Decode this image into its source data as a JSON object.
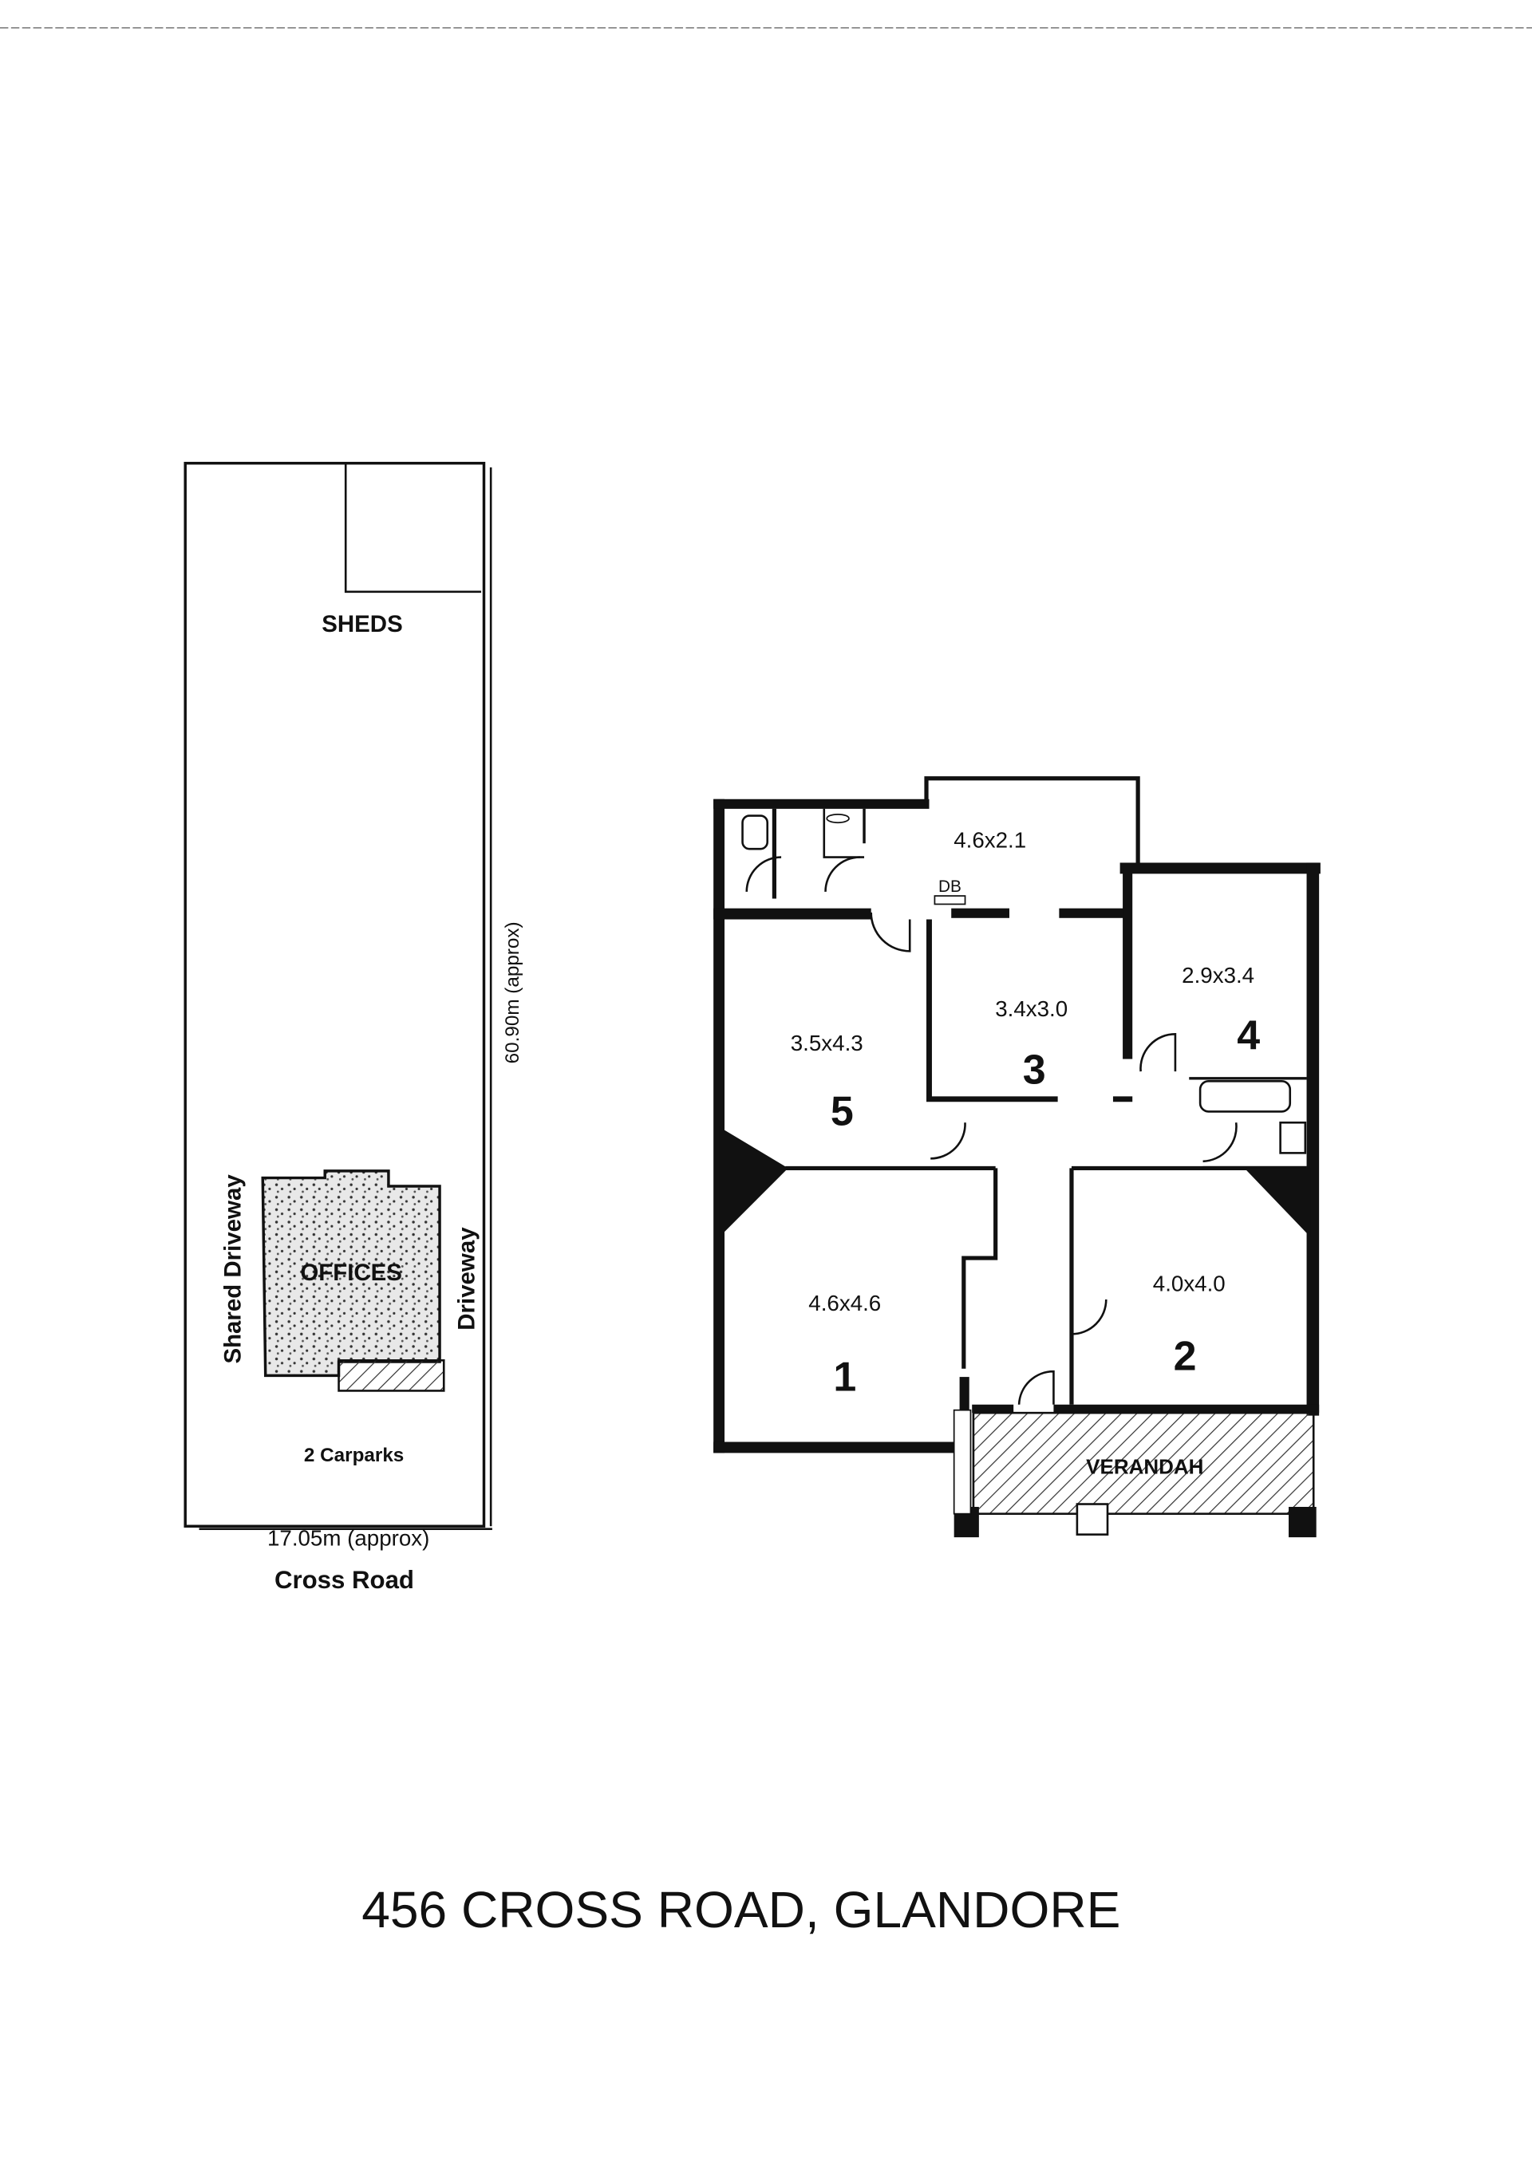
{
  "site_plan": {
    "sheds_label": "SHEDS",
    "offices_label": "OFFICES",
    "shared_driveway_label": "Shared Driveway",
    "driveway_label": "Driveway",
    "carparks_label": "2 Carparks",
    "width_label": "17.05m (approx)",
    "depth_label": "60.90m (approx)",
    "street_label": "Cross Road"
  },
  "floor_plan": {
    "rooms": [
      {
        "number": "1",
        "size": "4.6x4.6"
      },
      {
        "number": "2",
        "size": "4.0x4.0"
      },
      {
        "number": "3",
        "size": "3.4x3.0"
      },
      {
        "number": "4",
        "size": "2.9x3.4"
      },
      {
        "number": "5",
        "size": "3.5x4.3"
      }
    ],
    "rear_room_size": "4.6x2.1",
    "db_label": "DB",
    "verandah_label": "VERANDAH"
  },
  "title": "456 CROSS ROAD, GLANDORE"
}
